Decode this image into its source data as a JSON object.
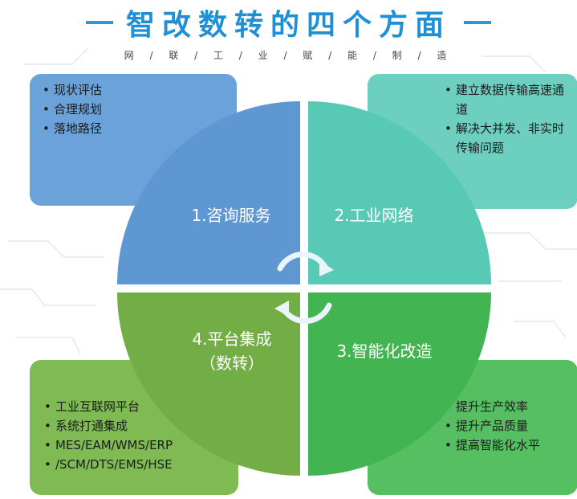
{
  "header": {
    "title": "智改数转的四个方面",
    "subtitle": "网 / 联 / 工 / 业 / 赋 / 能 / 制 / 造"
  },
  "quadrants": {
    "q1": {
      "label": "1.咨询服务",
      "color": "#5f97d3"
    },
    "q2": {
      "label": "2.工业网络",
      "color": "#58c9b5"
    },
    "q3": {
      "label": "3.智能化改造",
      "color": "#43b452"
    },
    "q4": {
      "label_line1": "4.平台集成",
      "label_line2": "（数转）",
      "color": "#72ad45"
    }
  },
  "boxes": {
    "top_left": {
      "items": [
        "现状评估",
        "合理规划",
        "落地路径"
      ]
    },
    "top_right": {
      "items": [
        "建立数据传输高速通道",
        "解决大并发、非实时传输问题"
      ]
    },
    "bottom_left": {
      "items": [
        "工业互联网平台",
        "系统打通集成",
        "MES/EAM/WMS/ERP",
        "/SCM/DTS/EMS/HSE"
      ]
    },
    "bottom_right": {
      "items": [
        "提升生产效率",
        "提升产品质量",
        "提高智能化水平"
      ]
    }
  }
}
